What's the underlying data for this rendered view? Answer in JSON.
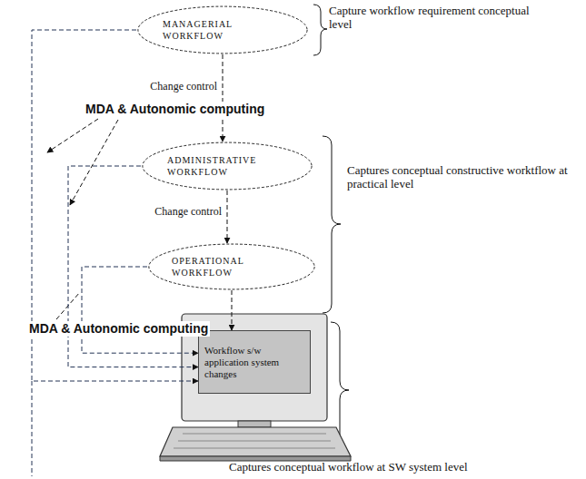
{
  "diagram": {
    "nodes": [
      {
        "text": [
          "MANAGERIAL WORKFLOW"
        ]
      },
      {
        "text": [
          "ADMINISTRATIVE WORKFLOW"
        ]
      },
      {
        "text": [
          "OPERATIONAL WORKFLOW"
        ]
      },
      {
        "text": [
          "Workflow s/w application system changes"
        ]
      }
    ],
    "edges": [
      {
        "from": 0,
        "to": 1,
        "label": "Change control",
        "arrow": "to"
      },
      {
        "from": 1,
        "to": 2,
        "label": "Change control",
        "arrow": "to"
      },
      {
        "from": 2,
        "to": 3,
        "arrow": "to"
      },
      {
        "from": 0,
        "to": 3,
        "arrow": "to"
      },
      {
        "from": 1,
        "to": 3,
        "arrow": "to"
      },
      {
        "from": 2,
        "to": 3,
        "arrow": "to"
      }
    ],
    "labels": [
      "Capture workflow requirement conceptual level",
      "MDA & Autonomic computing",
      "Captures conceptual constructive worktflow at practical level",
      "MDA & Autonomic computing",
      "Captures conceptual workflow at SW system level"
    ]
  }
}
